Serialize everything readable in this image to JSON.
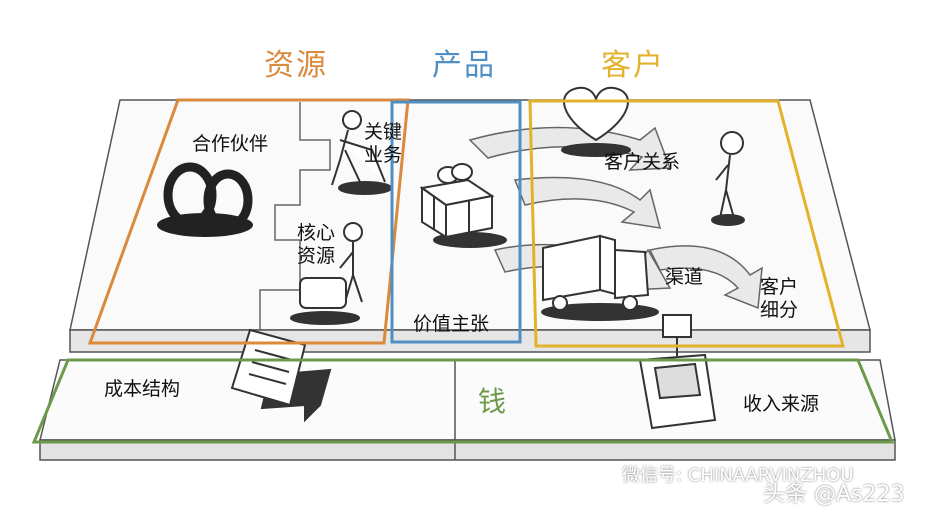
{
  "categories": {
    "resources": {
      "label": "资源",
      "color": "#d98a3c"
    },
    "product": {
      "label": "产品",
      "color": "#4f8fc4"
    },
    "customer": {
      "label": "客户",
      "color": "#e3b22b"
    }
  },
  "blocks": {
    "key_partners": "合作伙伴",
    "key_activities_line1": "关键",
    "key_activities_line2": "业务",
    "key_resources_line1": "核心",
    "key_resources_line2": "资源",
    "value_proposition": "价值主张",
    "customer_relationships": "客户关系",
    "channels": "渠道",
    "customer_segments_line1": "客户",
    "customer_segments_line2": "细分",
    "cost_structure": "成本结构",
    "revenue_streams": "收入来源"
  },
  "money": {
    "label": "钱",
    "color": "#6d9a4a"
  },
  "watermarks": {
    "wechat": "微信号: CHINAARVINZHOU",
    "toutiao": "头条 @As223"
  }
}
